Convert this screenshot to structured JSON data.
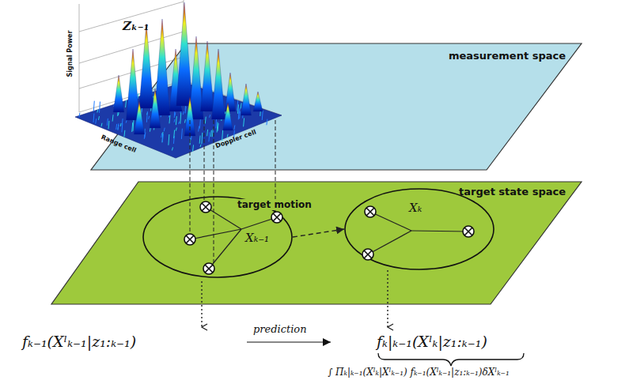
{
  "diagram": {
    "nodes": [
      {
        "text": [
          "measurement space"
        ]
      },
      {
        "text": [
          "target state space"
        ]
      },
      {
        "text": [
          "Xₖ₋₁"
        ],
        "in": 1
      },
      {
        "text": [
          "Xₖ"
        ],
        "in": 1
      }
    ],
    "edges": [
      {
        "from": 2,
        "to": 3,
        "arrow": "to",
        "label": "target motion"
      }
    ],
    "labels": [
      "Signal Power",
      "Range cell",
      "Doppler cell",
      "Zₖ₋₁",
      "fₖ₋₁(Xˡₖ₋₁|z₁:ₖ₋₁)",
      "prediction",
      "fₖ|ₖ₋₁(Xˡₖ|z₁:ₖ₋₁)",
      "∫ Πₖ|ₖ₋₁(Xˡₖ|Xˡₖ₋₁) fₖ₋₁(Xˡₖ₋₁|z₁:ₖ₋₁)δXˡₖ₋₁"
    ]
  }
}
